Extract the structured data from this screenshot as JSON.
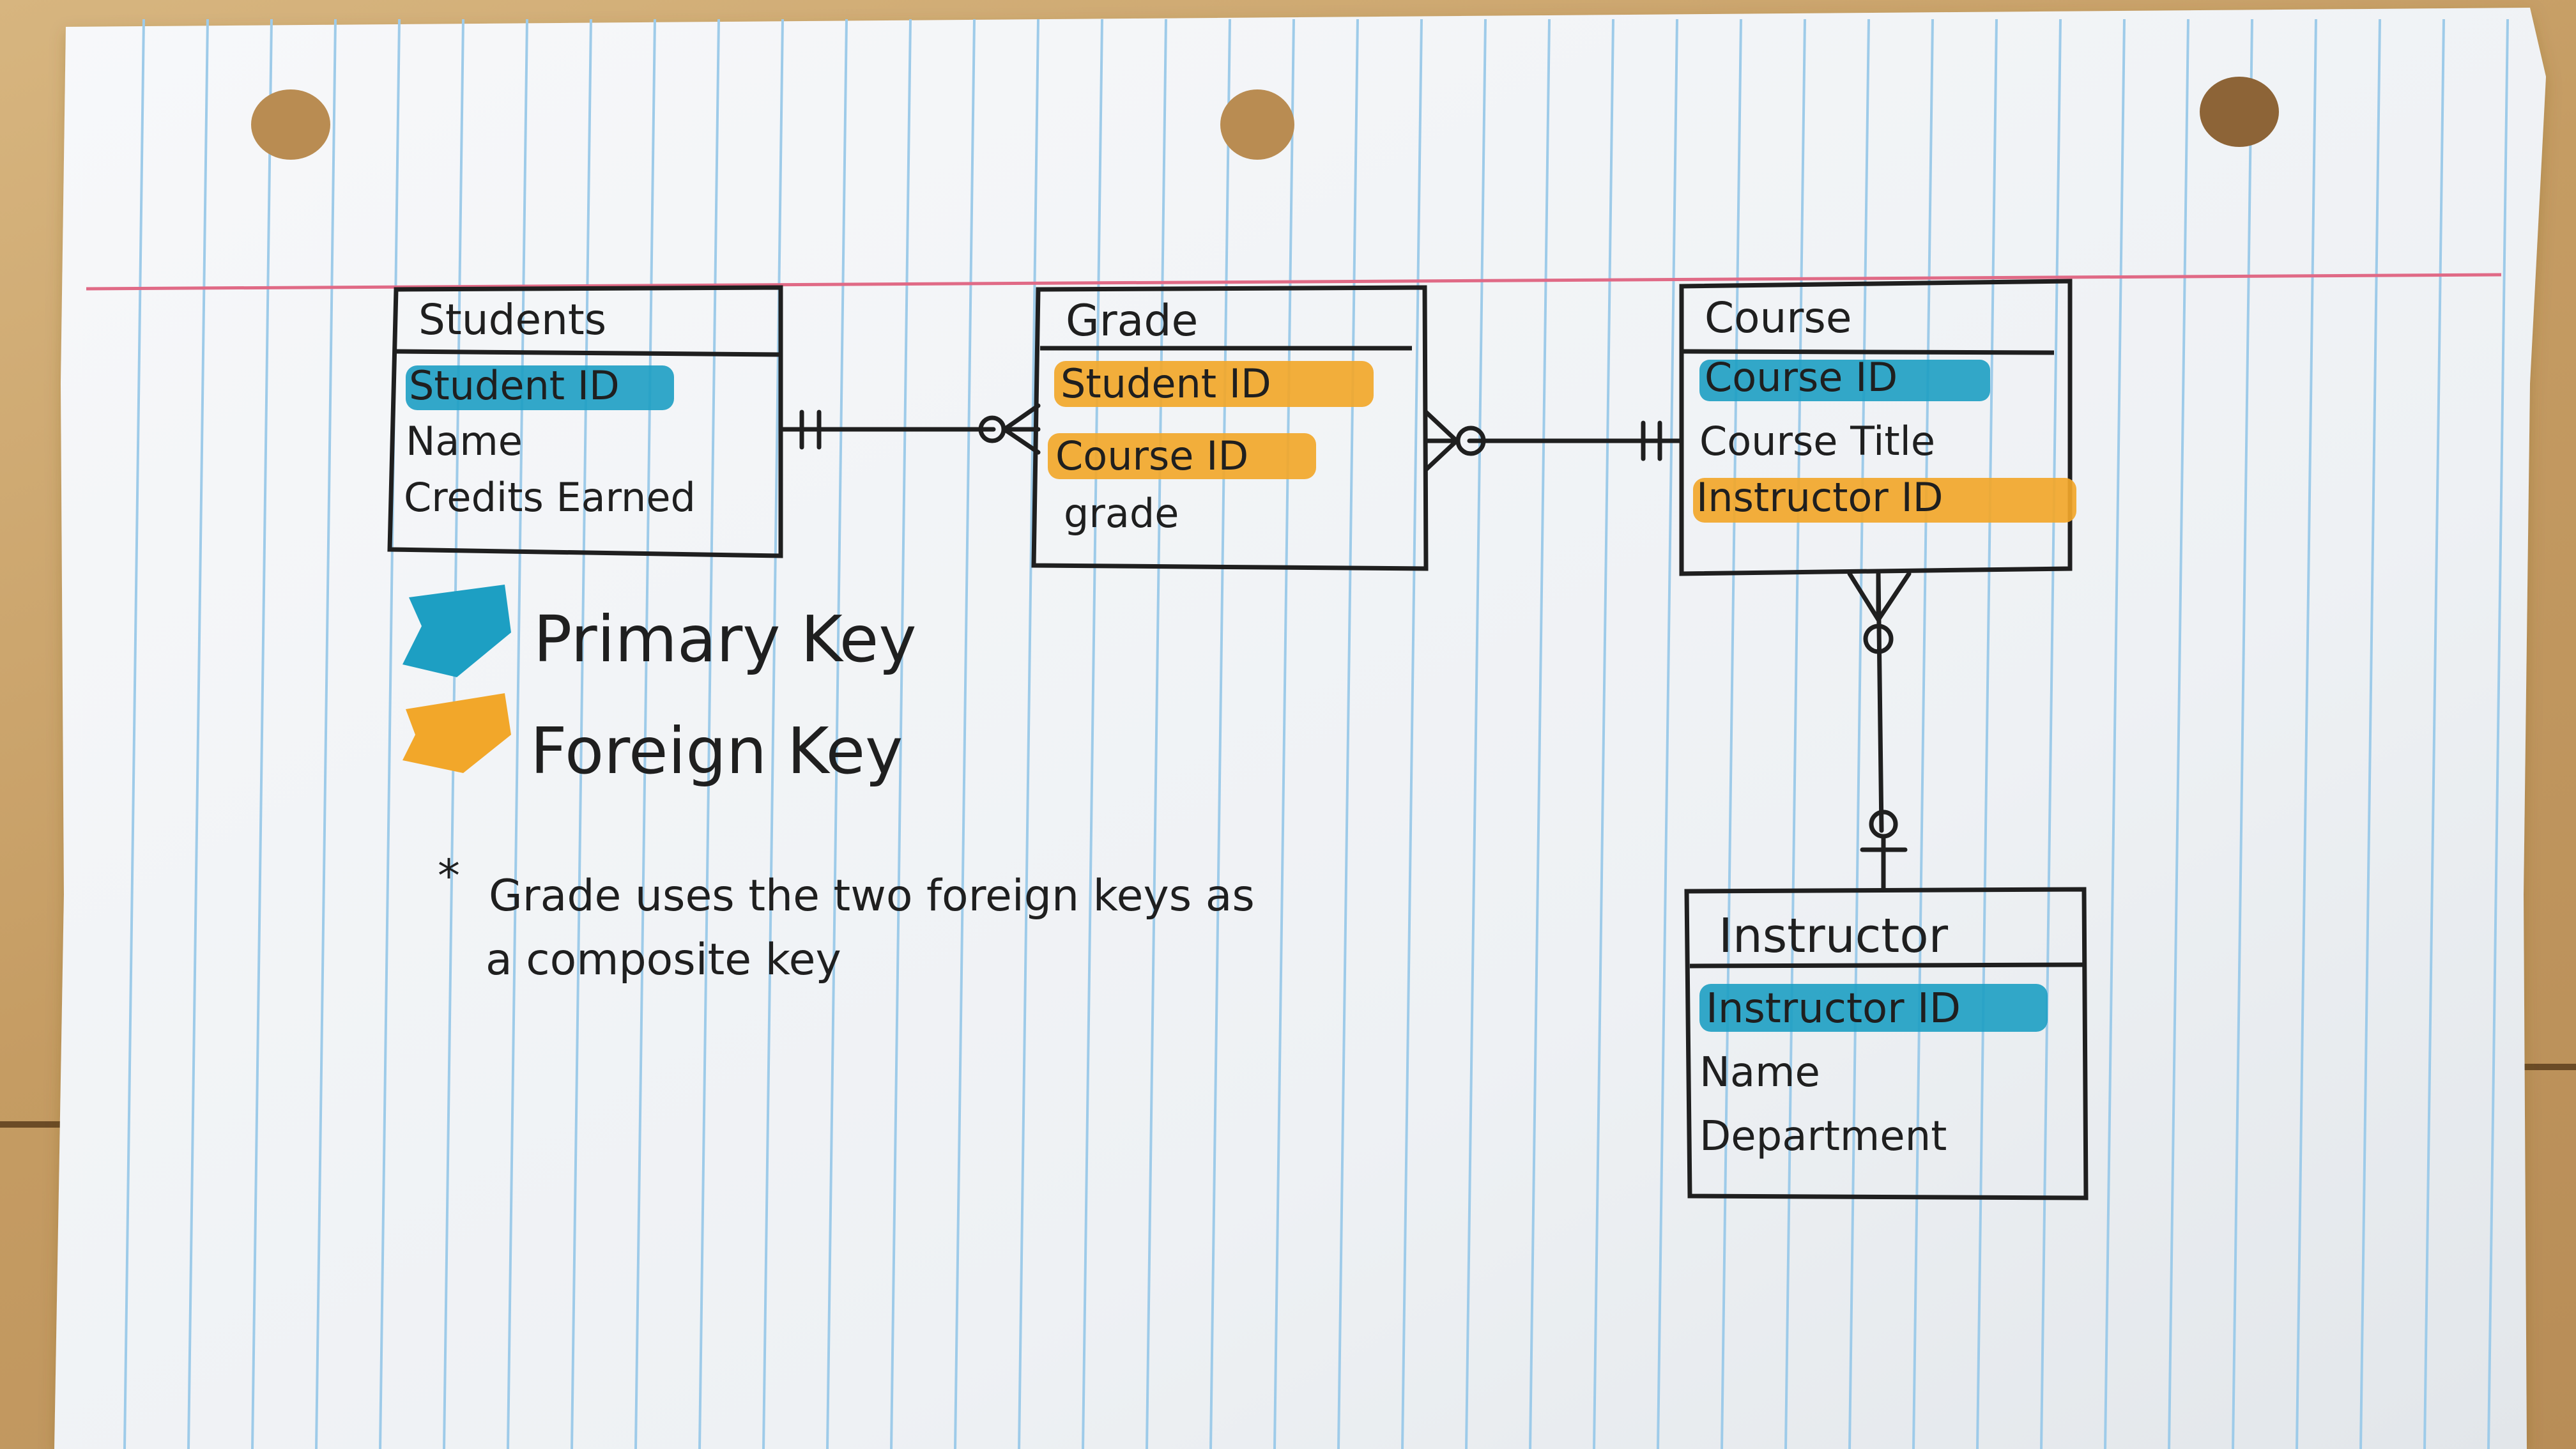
{
  "entities": [
    {
      "name": "Students",
      "attributes": [
        {
          "label": "Student ID",
          "key": "primary"
        },
        {
          "label": "Name",
          "key": "none"
        },
        {
          "label": "Credits Earned",
          "key": "none"
        }
      ]
    },
    {
      "name": "Grade",
      "attributes": [
        {
          "label": "Student ID",
          "key": "foreign"
        },
        {
          "label": "Course ID",
          "key": "foreign"
        },
        {
          "label": "grade",
          "key": "none"
        }
      ]
    },
    {
      "name": "Course",
      "attributes": [
        {
          "label": "Course ID",
          "key": "primary"
        },
        {
          "label": "Course Title",
          "key": "none"
        },
        {
          "label": "Instructor ID",
          "key": "foreign"
        }
      ]
    },
    {
      "name": "Instructor",
      "attributes": [
        {
          "label": "Instructor ID",
          "key": "primary"
        },
        {
          "label": "Name",
          "key": "none"
        },
        {
          "label": "Department",
          "key": "none"
        }
      ]
    }
  ],
  "relationships": [
    {
      "from": "Students",
      "to": "Grade",
      "from_cardinality": "one-and-only-one",
      "to_cardinality": "zero-or-many"
    },
    {
      "from": "Grade",
      "to": "Course",
      "from_cardinality": "zero-or-many",
      "to_cardinality": "one-and-only-one"
    },
    {
      "from": "Course",
      "to": "Instructor",
      "from_cardinality": "zero-or-many",
      "to_cardinality": "zero-or-one"
    }
  ],
  "legend": {
    "primary_label": "Primary Key",
    "foreign_label": "Foreign Key"
  },
  "note": {
    "star": "*",
    "line1": "Grade uses the two foreign keys as",
    "line2": "a composite key"
  },
  "colors": {
    "primary_highlight": "#1d9fc3",
    "foreign_highlight": "#f2a72a",
    "ink": "#1f1f1f",
    "margin_line": "#e06a86",
    "rule_line": "#9ecbe9",
    "paper": "#f4f6f8",
    "desk": "#c9a66e"
  }
}
